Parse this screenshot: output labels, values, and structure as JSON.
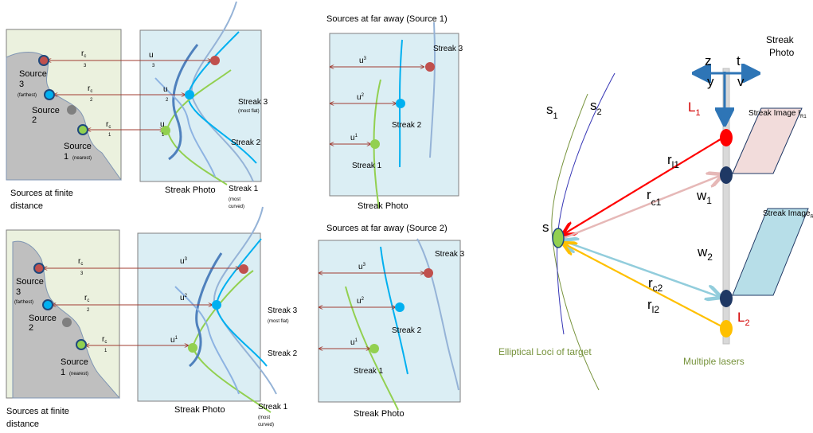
{
  "panels": {
    "finite_top": {
      "sources_caption": [
        "Sources at finite",
        "distance"
      ],
      "photo_caption": "Streak Photo",
      "source3": [
        "Source",
        "3",
        "(farthest)"
      ],
      "source2": [
        "Source",
        "2"
      ],
      "source1": [
        "Source",
        "1",
        "(nearest)"
      ],
      "rc": [
        "r",
        "c",
        "3",
        "2",
        "1"
      ],
      "u": [
        "u",
        "3",
        "u",
        "2",
        "u",
        "1"
      ],
      "streak3": [
        "Streak 3",
        "(most flat)"
      ],
      "streak2": "Streak 2",
      "streak1": [
        "Streak 1",
        "(most",
        "curved)"
      ]
    },
    "finite_bottom": {
      "sources_caption": [
        "Sources at finite",
        "distance"
      ],
      "photo_caption": "Streak Photo",
      "source3": [
        "Source",
        "3",
        "(farthest)"
      ],
      "source2": [
        "Source",
        "2"
      ],
      "source1": [
        "Source",
        "1",
        "(nearest)"
      ],
      "rc": [
        "r",
        "c",
        "3",
        "2",
        "1"
      ],
      "u": [
        "u",
        "3",
        "u",
        "2",
        "u",
        "1"
      ],
      "streak3": [
        "Streak 3",
        "(most flat)"
      ],
      "streak2": "Streak 2",
      "streak1": [
        "Streak 1",
        "(most",
        "curved)"
      ]
    },
    "far_top": {
      "title": "Sources at far away (Source 1)",
      "photo_caption": "Streak Photo",
      "u": [
        "u",
        "3",
        "u",
        "2",
        "u",
        "1"
      ],
      "streak3": "Streak 3",
      "streak2": "Streak 2",
      "streak1": "Streak 1"
    },
    "far_bottom": {
      "title": "Sources at far away (Source 2)",
      "photo_caption": "Streak Photo",
      "u": [
        "u",
        "3",
        "u",
        "2",
        "u",
        "1"
      ],
      "streak3": "Streak 3",
      "streak2": "Streak 2",
      "streak1": "Streak 1"
    }
  },
  "right_diagram": {
    "streak_photo": [
      "Streak",
      "Photo"
    ],
    "axes": [
      "z",
      "t",
      "y",
      "v"
    ],
    "L1": [
      "L",
      "1"
    ],
    "L2": [
      "L",
      "2"
    ],
    "s1": [
      "s",
      "1"
    ],
    "s2": [
      "s",
      "2"
    ],
    "s": "s",
    "streak_image_1": [
      "Streak Image I",
      "R1"
    ],
    "streak_image_2": [
      "Streak Image",
      "R2"
    ],
    "r_l1": [
      "r",
      "l1"
    ],
    "r_c1": [
      "r",
      "c1"
    ],
    "w1": [
      "w",
      "1"
    ],
    "w2": [
      "w",
      "2"
    ],
    "r_c2": [
      "r",
      "c2"
    ],
    "r_l2": [
      "r",
      "l2"
    ],
    "elliptical": "Elliptical  Loci of target",
    "multiple_lasers": "Multiple lasers"
  },
  "colors": {
    "panel_bg": "#dbeef4",
    "sources_bg": "#ebf1de",
    "grey_region": "#bfbfbf",
    "red_dot": "#c0504d",
    "blue_dot": "#00b0f0",
    "green_dot": "#92d050",
    "laser_red": "#ff0000",
    "laser_yellow": "#ffc000",
    "navy": "#1f3864",
    "steel": "#2e75b6"
  }
}
